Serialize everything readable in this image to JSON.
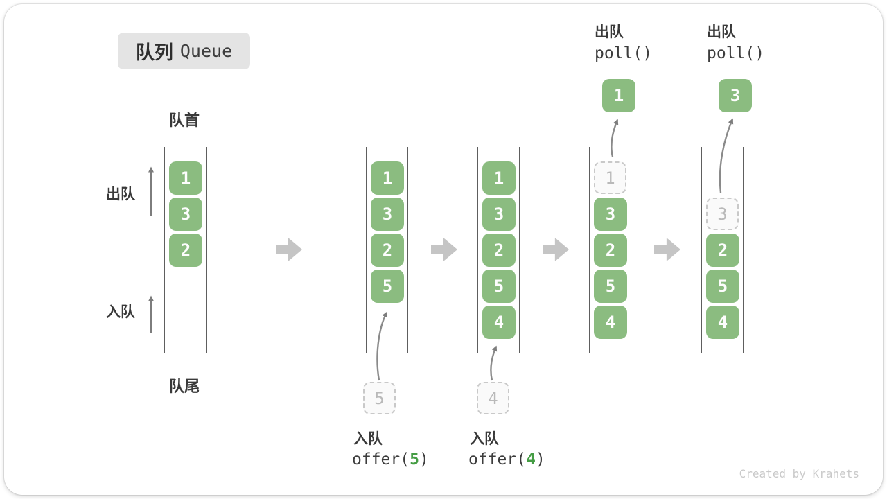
{
  "title": {
    "zh": "队列",
    "en": "Queue"
  },
  "side_labels": {
    "front": "队首",
    "rear": "队尾",
    "dequeue": "出队",
    "enqueue": "入队"
  },
  "footer": {
    "credit": "Created by Krahets"
  },
  "colors": {
    "box_green": "#8bbc80",
    "code_green": "#459d44",
    "block_arrow": "#c5c5c5",
    "dashed_border": "#c9c9c9"
  },
  "states": [
    {
      "cells": [
        {
          "value": "1"
        },
        {
          "value": "3"
        },
        {
          "value": "2"
        }
      ]
    },
    {
      "cells": [
        {
          "value": "1"
        },
        {
          "value": "3"
        },
        {
          "value": "2"
        },
        {
          "value": "5"
        }
      ],
      "incoming": {
        "value": "5"
      },
      "op": {
        "label": "入队",
        "code_pre": "offer(",
        "arg": "5",
        "code_post": ")"
      }
    },
    {
      "cells": [
        {
          "value": "1"
        },
        {
          "value": "3"
        },
        {
          "value": "2"
        },
        {
          "value": "5"
        },
        {
          "value": "4"
        }
      ],
      "incoming": {
        "value": "4"
      },
      "op": {
        "label": "入队",
        "code_pre": "offer(",
        "arg": "4",
        "code_post": ")"
      }
    },
    {
      "cells": [
        {
          "value": "1",
          "dashed": true
        },
        {
          "value": "3"
        },
        {
          "value": "2"
        },
        {
          "value": "5"
        },
        {
          "value": "4"
        }
      ],
      "outgoing": {
        "value": "1"
      },
      "op": {
        "label": "出队",
        "code": "poll()"
      }
    },
    {
      "cells": [
        {
          "value": "3",
          "dashed": true
        },
        {
          "value": "2"
        },
        {
          "value": "5"
        },
        {
          "value": "4"
        }
      ],
      "outgoing": {
        "value": "3"
      },
      "op": {
        "label": "出队",
        "code": "poll()"
      }
    }
  ]
}
